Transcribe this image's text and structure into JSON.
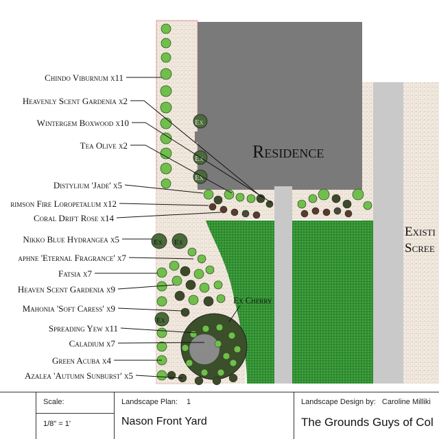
{
  "plan": {
    "residence_label": "Residence",
    "existing_label_1": "Existi",
    "existing_label_2": "Scree",
    "ex_label": "Ex",
    "ex_cherry_label": "Ex Cherry",
    "callouts": [
      "Chindo Viburnum x11",
      "Heavenly Scent Gardenia x2",
      "Wintergem Boxwood x10",
      "Tea Olive x2",
      "Distylium 'Jade' x5",
      "rimson Fire Loropetalum x12",
      "Coral Drift Rose x14",
      "Nikko Blue Hydrangea x5",
      "aphne 'Eternal Fragrance' x7",
      "Fatsia x7",
      "Heaven Scent Gardenia x9",
      "Mahonia 'Soft Caress' x9",
      "Spreading Yew x11",
      "Caladium x7",
      "Green Acuba x4",
      "Azalea 'Autumn Sunburst' x5"
    ],
    "colors": {
      "residence": "#7a7a7a",
      "lawn": "#2e8b2e",
      "gravel": "#efe6dc",
      "walkway": "#c8c8c8",
      "shrub_light": "#6fbf4a",
      "shrub_dark": "#3d4a2a"
    }
  },
  "titleblock": {
    "scale_label": "Scale:",
    "scale_value": "1/8\" = 1'",
    "plan_label": "Landscape Plan:",
    "plan_number": "1",
    "plan_name": "Nason Front Yard",
    "design_label": "Landscape Design by:",
    "designer": "Caroline Milliki",
    "company": "The Grounds Guys of Col"
  }
}
